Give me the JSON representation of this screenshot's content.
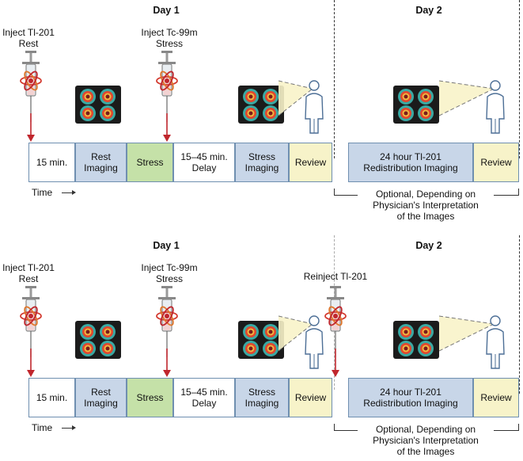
{
  "panels": [
    {
      "day1": "Day 1",
      "day2": "Day 2",
      "inject1": [
        "Inject Tl-201",
        "Rest"
      ],
      "inject2": [
        "Inject Tc-99m",
        "Stress"
      ],
      "reinject": null,
      "cells": [
        {
          "lines": [
            "15 min."
          ],
          "color": "white"
        },
        {
          "lines": [
            "Rest",
            "Imaging"
          ],
          "color": "blue"
        },
        {
          "lines": [
            "Stress"
          ],
          "color": "green"
        },
        {
          "lines": [
            "15–45 min.",
            "Delay"
          ],
          "color": "white"
        },
        {
          "lines": [
            "Stress",
            "Imaging"
          ],
          "color": "blue"
        },
        {
          "lines": [
            "Review"
          ],
          "color": "yellow"
        }
      ],
      "day2_cells": [
        {
          "lines": [
            "24 hour Tl-201",
            "Redistribution Imaging"
          ],
          "color": "blue"
        },
        {
          "lines": [
            "Review"
          ],
          "color": "yellow"
        }
      ],
      "time_label": "Time",
      "optional_note": [
        "Optional, Depending on",
        "Physician's Interpretation",
        "of the Images"
      ]
    },
    {
      "day1": "Day 1",
      "day2": "Day 2",
      "inject1": [
        "Inject Tl-201",
        "Rest"
      ],
      "inject2": [
        "Inject Tc-99m",
        "Stress"
      ],
      "reinject": [
        "Reinject Tl-201"
      ],
      "cells": [
        {
          "lines": [
            "15 min."
          ],
          "color": "white"
        },
        {
          "lines": [
            "Rest",
            "Imaging"
          ],
          "color": "blue"
        },
        {
          "lines": [
            "Stress"
          ],
          "color": "green"
        },
        {
          "lines": [
            "15–45 min.",
            "Delay"
          ],
          "color": "white"
        },
        {
          "lines": [
            "Stress",
            "Imaging"
          ],
          "color": "blue"
        },
        {
          "lines": [
            "Review"
          ],
          "color": "yellow"
        }
      ],
      "day2_cells": [
        {
          "lines": [
            "24 hour Tl-201",
            "Redistribution Imaging"
          ],
          "color": "blue"
        },
        {
          "lines": [
            "Review"
          ],
          "color": "yellow"
        }
      ],
      "time_label": "Time",
      "optional_note": [
        "Optional, Depending on",
        "Physician's Interpretation",
        "of the Images"
      ]
    }
  ],
  "colors": {
    "white": "#ffffff",
    "blue": "#c8d6e8",
    "green": "#c5e1a8",
    "yellow": "#f7f3c9",
    "border": "#6f8fb0",
    "arrow_red": "#c0262d"
  },
  "icons": [
    "syringe-icon",
    "radiation-atom-icon",
    "heart-scan-icon",
    "physician-icon",
    "arrow-down-icon"
  ]
}
